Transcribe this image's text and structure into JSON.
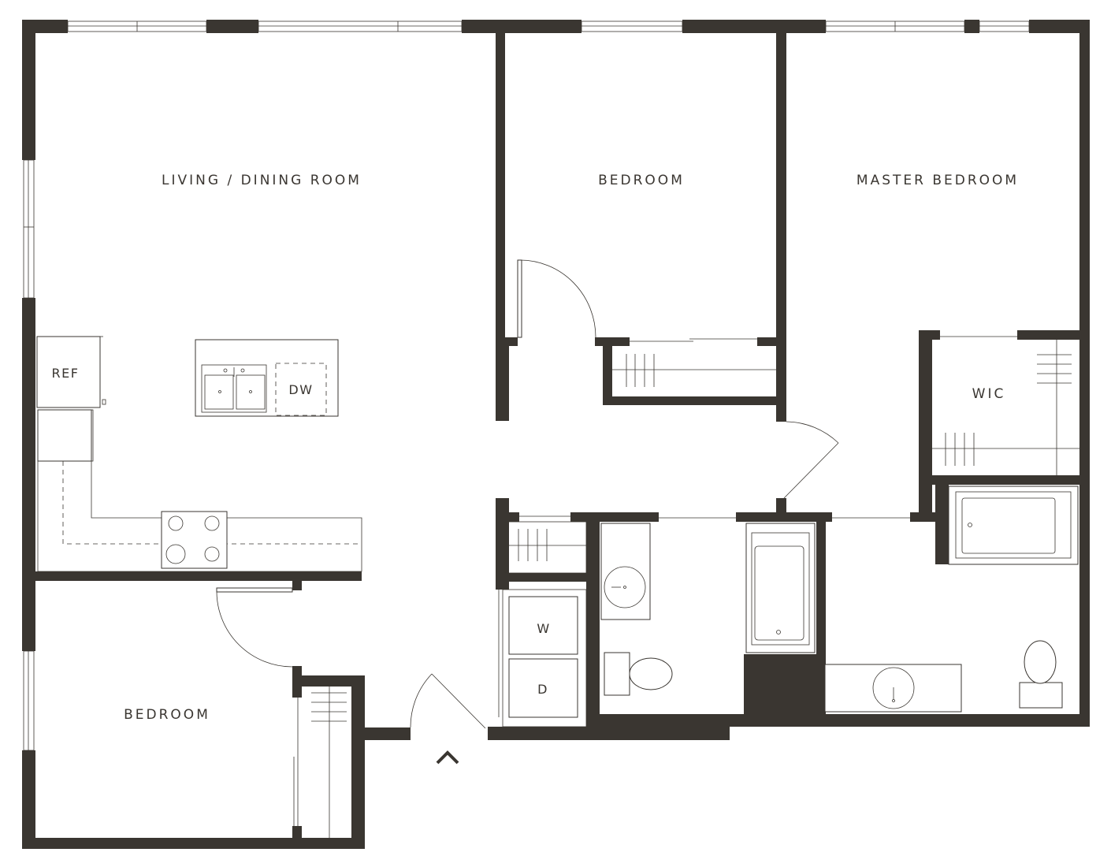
{
  "rooms": {
    "living_dining": "LIVING / DINING ROOM",
    "bedroom_top": "BEDROOM",
    "master_bedroom": "MASTER BEDROOM",
    "bedroom_bottom": "BEDROOM",
    "walk_in_closet": "WIC"
  },
  "fixtures": {
    "refrigerator": "REF",
    "dishwasher": "DW",
    "washer": "W",
    "dryer": "D"
  },
  "colors": {
    "wall": "#3a3631",
    "background": "#ffffff"
  },
  "entry_marker_icon": "chevron-up-icon"
}
